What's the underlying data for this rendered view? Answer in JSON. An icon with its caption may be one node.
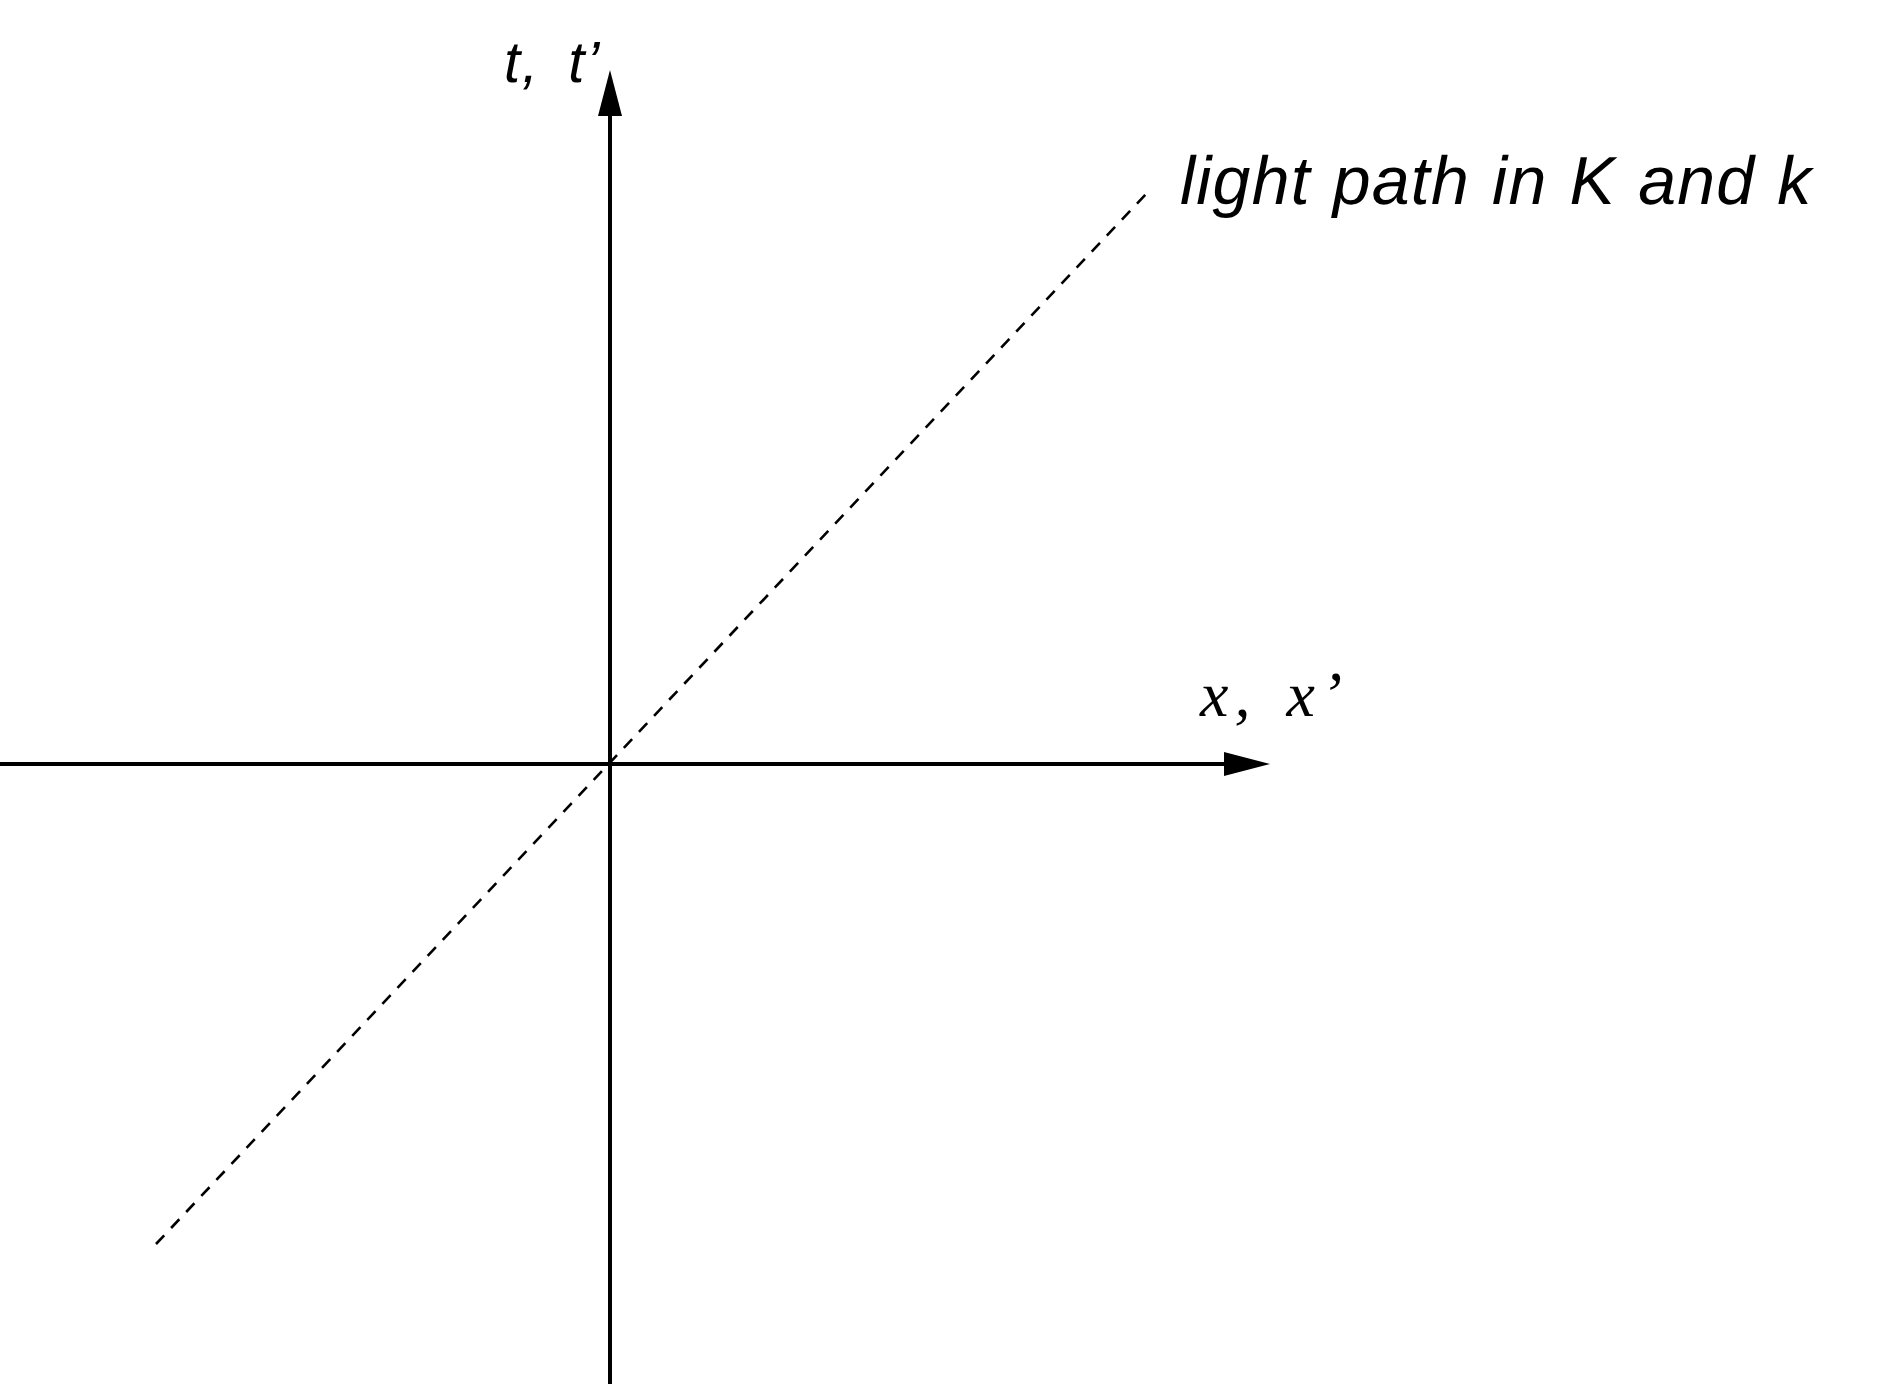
{
  "diagram": {
    "labels": [
      "t, t’",
      "light path in K and k",
      "x, x’"
    ]
  }
}
